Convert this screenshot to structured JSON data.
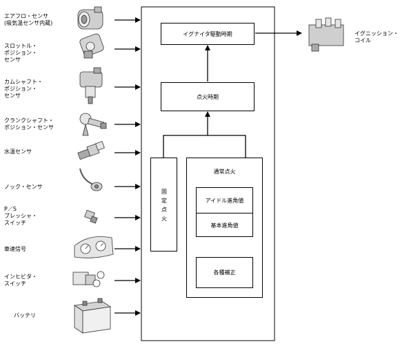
{
  "sensors": [
    {
      "label": "エアフロ・センサ\n(吸気温センサ内蔵)",
      "icon": "airflow-sensor-icon"
    },
    {
      "label": "スロットル・\nポジション・\nセンサ",
      "icon": "throttle-position-sensor-icon"
    },
    {
      "label": "カムシャフト・\nポジション・\nセンサ",
      "icon": "camshaft-position-sensor-icon"
    },
    {
      "label": "クランクシャフト・\nポジション・センサ",
      "icon": "crankshaft-position-sensor-icon"
    },
    {
      "label": "水温センサ",
      "icon": "coolant-temp-sensor-icon"
    },
    {
      "label": "ノック・センサ",
      "icon": "knock-sensor-icon"
    },
    {
      "label": "P／S\nプレッシャ・\nスイッチ",
      "icon": "ps-pressure-switch-icon"
    },
    {
      "label": "車速信号",
      "icon": "speedometer-cluster-icon"
    },
    {
      "label": "インヒビタ・\nスイッチ",
      "icon": "inhibitor-switch-icon"
    },
    {
      "label": "バッテリ",
      "icon": "battery-icon"
    }
  ],
  "ecu": {
    "igniter_timing": "イグナイタ駆動時期",
    "ignition_timing": "点火時期",
    "fixed_ignition": "固定点火",
    "normal_ignition": "通常点火",
    "idle_advance": "アイドル進角値",
    "basic_advance": "基本進角値",
    "corrections": "各種補正"
  },
  "output": {
    "label": "イグニッション・\nコイル",
    "icon": "ignition-coil-icon"
  }
}
